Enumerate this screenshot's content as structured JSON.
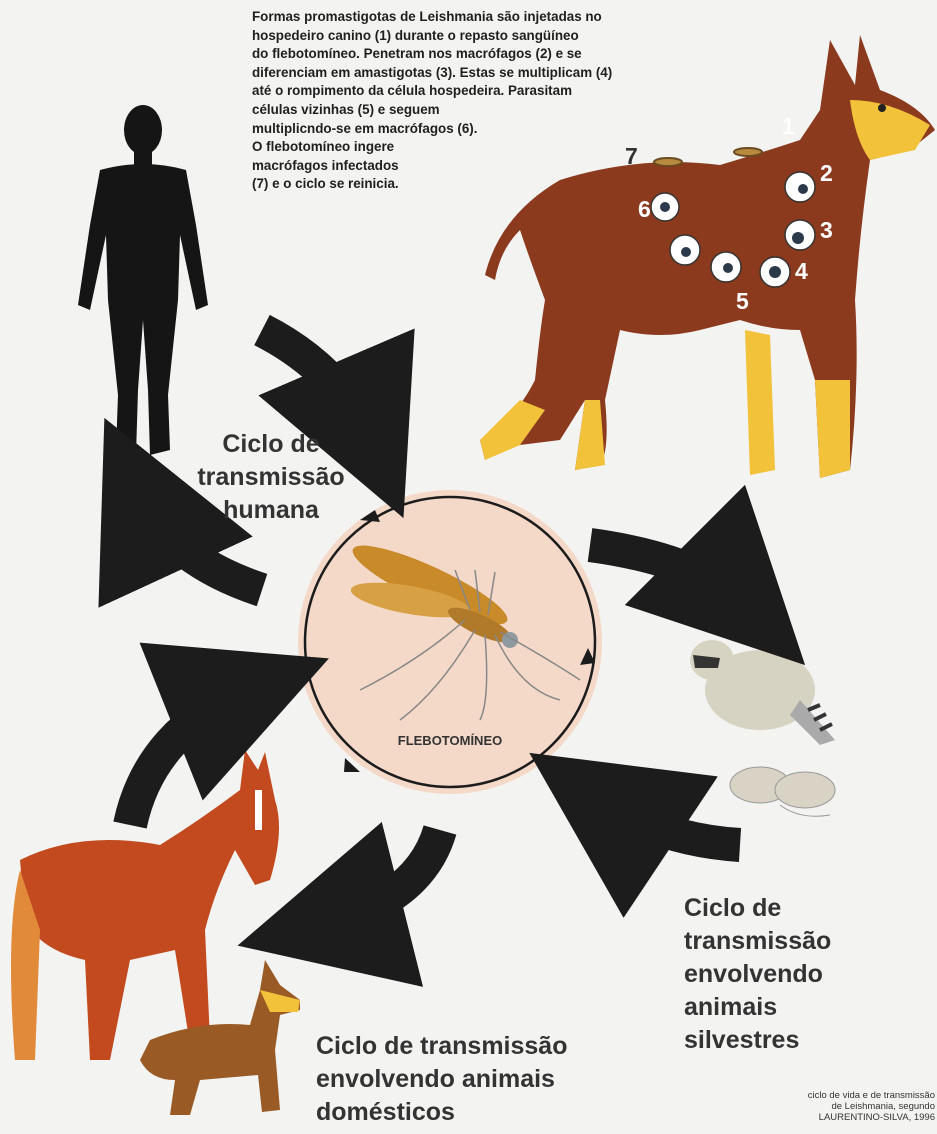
{
  "intro_text": "Formas promastigotas de Leishmania são injetadas no\nhospedeiro canino (1) durante o repasto sangüíneo\ndo flebotomíneo. Penetram nos macrófagos (2) e se\ndiferenciam em amastigotas (3). Estas se multiplicam (4)\naté o rompimento da célula hospedeira. Parasitam\ncélulas vizinhas (5) e seguem\nmultiplicndo-se em macrófagos (6).\nO flebotomíneo ingere\nmacrófagos infectados\n(7) e o ciclo se reinicia.",
  "cycles": {
    "human": "Ciclo de\ntransmissão\nhumana",
    "wild": "Ciclo de\ntransmissão\nenvolvendo\nanimais\nsilvestres",
    "domestic": "Ciclo de transmissão\nenvolvendo animais\ndomésticos"
  },
  "center_label": "FLEBOTOMÍNEO",
  "step_numbers": [
    "1",
    "2",
    "3",
    "4",
    "5",
    "6",
    "7"
  ],
  "credit": "ciclo de vida e de transmissão\nde Leishmania, segundo\nLAURENTINO-SILVA, 1996",
  "colors": {
    "dog_brown": "#8b3a1e",
    "dog_tan": "#f2c23a",
    "horse": "#c24a1e",
    "arrow": "#1c1c1c",
    "center_disc": "#f4d9c8",
    "sandfly": "#c98a2a"
  }
}
